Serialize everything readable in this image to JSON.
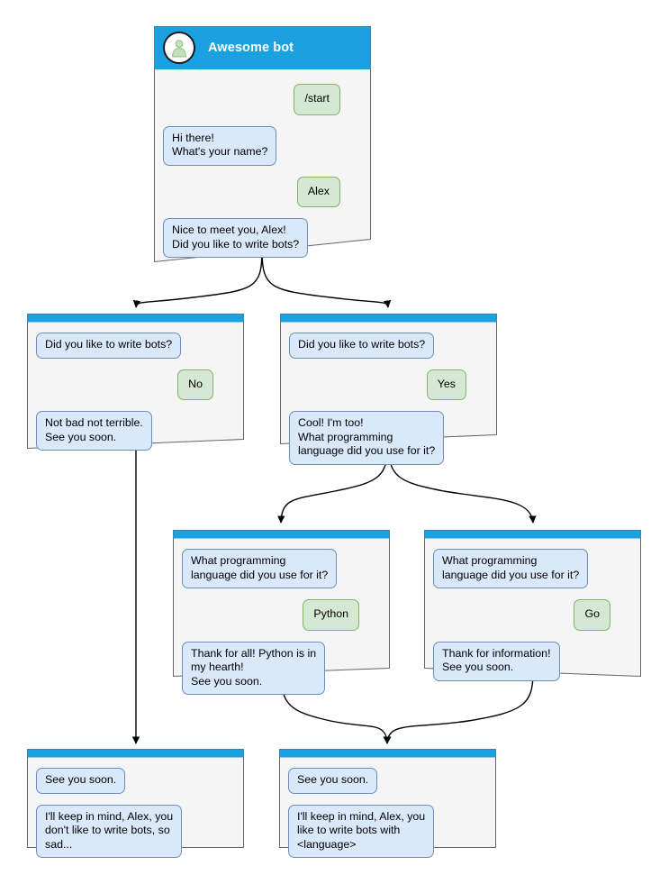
{
  "diagram": {
    "title": "Awesome bot conversation flow",
    "colors": {
      "header_blue": "#1ba1e2",
      "node_fill": "#f5f5f5",
      "node_stroke": "#666666",
      "bot_bubble_fill": "#dae8fc",
      "bot_bubble_stroke": "#6c8ebf",
      "user_bubble_fill": "#d5e8d4",
      "user_bubble_stroke": "#82b366",
      "edge_stroke": "#000000",
      "avatar_person": "#b9dcb2"
    }
  },
  "nodes": {
    "root": {
      "bot_name": "Awesome bot",
      "avatar_icon": "person-avatar-icon",
      "messages": [
        {
          "side": "user",
          "text": "/start"
        },
        {
          "side": "bot",
          "text": "Hi there!\nWhat's your name?"
        },
        {
          "side": "user",
          "text": "Alex"
        },
        {
          "side": "bot",
          "text": "Nice to meet you, Alex!\nDid you like to write bots?"
        }
      ]
    },
    "no_branch": {
      "messages": [
        {
          "side": "bot",
          "text": "Did you like to write bots?"
        },
        {
          "side": "user",
          "text": "No"
        },
        {
          "side": "bot",
          "text": "Not bad not terrible.\nSee you soon."
        }
      ]
    },
    "yes_branch": {
      "messages": [
        {
          "side": "bot",
          "text": "Did you like to write bots?"
        },
        {
          "side": "user",
          "text": "Yes"
        },
        {
          "side": "bot",
          "text": "Cool! I'm too!\nWhat programming\nlanguage did you use for it?"
        }
      ]
    },
    "python_branch": {
      "messages": [
        {
          "side": "bot",
          "text": "What programming\nlanguage did you use for it?"
        },
        {
          "side": "user",
          "text": "Python"
        },
        {
          "side": "bot",
          "text": "Thank for all! Python is in\nmy hearth!\nSee you soon."
        }
      ]
    },
    "go_branch": {
      "messages": [
        {
          "side": "bot",
          "text": "What programming\nlanguage did you use for it?"
        },
        {
          "side": "user",
          "text": "Go"
        },
        {
          "side": "bot",
          "text": "Thank for information!\nSee you soon."
        }
      ]
    },
    "end_sad": {
      "messages": [
        {
          "side": "bot",
          "text": "See you soon."
        },
        {
          "side": "bot",
          "text": "I'll keep in mind, Alex, you\ndon't like to write bots, so\nsad..."
        }
      ]
    },
    "end_happy": {
      "messages": [
        {
          "side": "bot",
          "text": "See you soon."
        },
        {
          "side": "bot",
          "text": "I'll keep in mind, Alex, you\nlike to write bots with\n<language>"
        }
      ]
    }
  }
}
